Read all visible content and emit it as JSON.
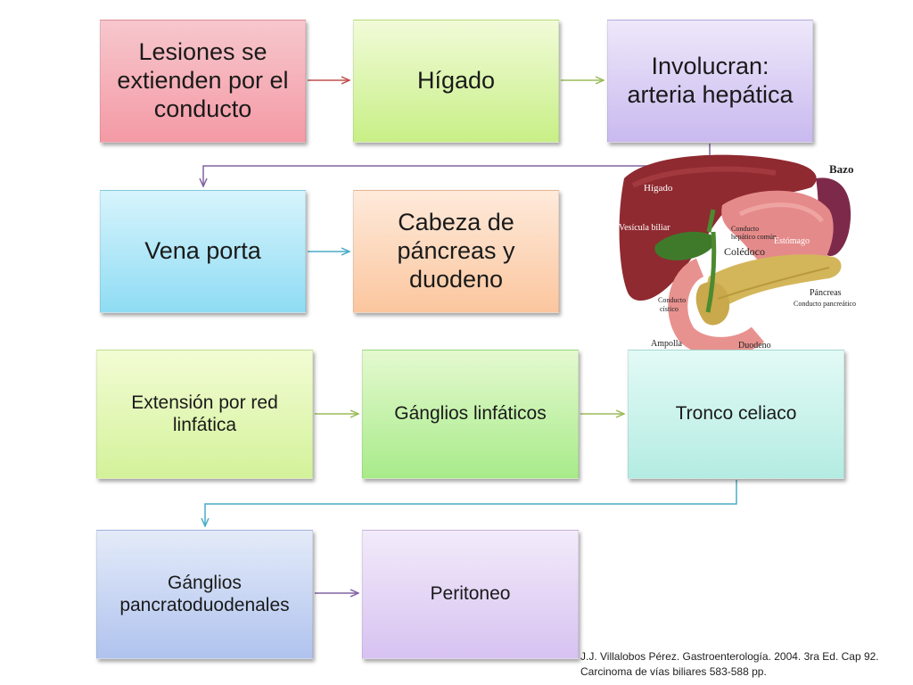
{
  "flow": {
    "box1": "Lesiones se extienden por el conducto",
    "box2": "Hígado",
    "box3": "Involucran: arteria hepática",
    "box4": "Vena porta",
    "box5": "Cabeza de páncreas y duodeno",
    "box6": "Extensión por red linfática",
    "box7": "Gánglios linfáticos",
    "box8": "Tronco celiaco",
    "box9": "Gánglios pancratoduodenales",
    "box10": "Peritoneo"
  },
  "anatomy": {
    "labels": {
      "higado": "Hígado",
      "bazo": "Bazo",
      "vesicula": "Vesícula biliar",
      "conducto_hepatico_1": "Conducto",
      "conducto_hepatico_2": "hepático común",
      "coledoco": "Colédoco",
      "estomago": "Estómago",
      "pancreas": "Páncreas",
      "conducto_pancreatico": "Conducto pancreático",
      "conducto_cistico_1": "Conducto",
      "conducto_cistico_2": "cístico",
      "ampolla": "Ampolla",
      "duodeno": "Duodeno"
    }
  },
  "citation": {
    "line1": "J.J. Villalobos Pérez. Gastroenterología. 2004. 3ra Ed. Cap 92.",
    "line2": "Carcinoma de vías biliares 583-588 pp."
  },
  "colors": {
    "arrow_red": "#c0504d",
    "arrow_green": "#9bbb59",
    "arrow_purple": "#8064a2",
    "arrow_blue": "#4bacc6"
  }
}
